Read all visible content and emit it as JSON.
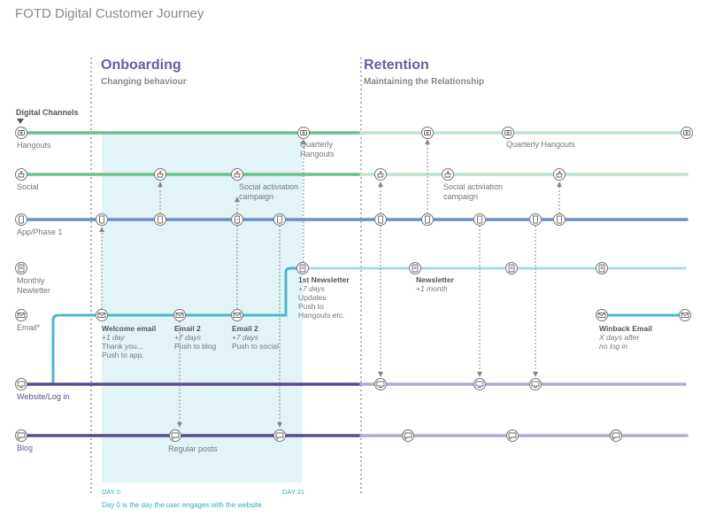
{
  "title": "FOTD Digital Customer Journey",
  "phases": [
    {
      "name": "Onboarding",
      "subtitle": "Changing behaviour"
    },
    {
      "name": "Retention",
      "subtitle": "Maintaining the Relationship"
    }
  ],
  "digital_channels_label": "Digital Channels",
  "channels": [
    {
      "key": "hangouts",
      "label": "Hangouts",
      "icon": "hangouts-icon",
      "color": "#6ebf8b",
      "faded": "#bfe3cc"
    },
    {
      "key": "social",
      "label": "Social",
      "icon": "thumbs-up-icon",
      "color": "#6ebf8b",
      "faded": "#bfe3cc"
    },
    {
      "key": "app",
      "label": "App/Phase 1",
      "icon": "phone-icon",
      "color": "#6b8fc4",
      "faded": "#6b8fc4"
    },
    {
      "key": "newsletter",
      "label": "Monthly\nNewletter",
      "icon": "tablet-icon",
      "color": "#a8dbe8",
      "faded": "#a8dbe8"
    },
    {
      "key": "email",
      "label": "Email*",
      "icon": "envelope-icon",
      "color": "#4bb8c8",
      "faded": "#4bb8c8"
    },
    {
      "key": "website",
      "label": "Website/Log in",
      "icon": "monitor-icon",
      "color": "#5b4a8f",
      "faded": "#b3abd2"
    },
    {
      "key": "blog",
      "label": "Blog",
      "icon": "chat-icon",
      "color": "#5b4a8f",
      "faded": "#b3abd2"
    }
  ],
  "annotations": {
    "quarterly_hangouts_1": "Quarterly\nHangouts",
    "quarterly_hangouts_2": "Quarterly Hangouts",
    "social_activation_1": "Social activiation\ncampaign",
    "social_activation_2": "Social activiation\ncampaign",
    "first_newsletter": {
      "title": "1st Newsletter",
      "lines": [
        "+7 days",
        "Updates",
        "Push to",
        "Hangouts etc."
      ]
    },
    "newsletter": {
      "title": "Newsletter",
      "lines": [
        "+1 month"
      ]
    },
    "welcome_email": {
      "title": "Welcome email",
      "lines": [
        "+1 day",
        "Thank you...",
        "Push to app."
      ]
    },
    "email2_blog": {
      "title": "Email 2",
      "lines": [
        "+7 days",
        "Push to blog"
      ]
    },
    "email2_social": {
      "title": "Email 2",
      "lines": [
        "+7 days",
        "Push to social"
      ]
    },
    "winback_email": {
      "title": "Winback Email",
      "lines": [
        "X days after",
        "no log in"
      ]
    },
    "regular_posts": "Regular posts"
  },
  "day_markers": {
    "start": "DAY 0",
    "end": "DAY 21"
  },
  "footnote": "Day 0 is the day the user engages with the website."
}
